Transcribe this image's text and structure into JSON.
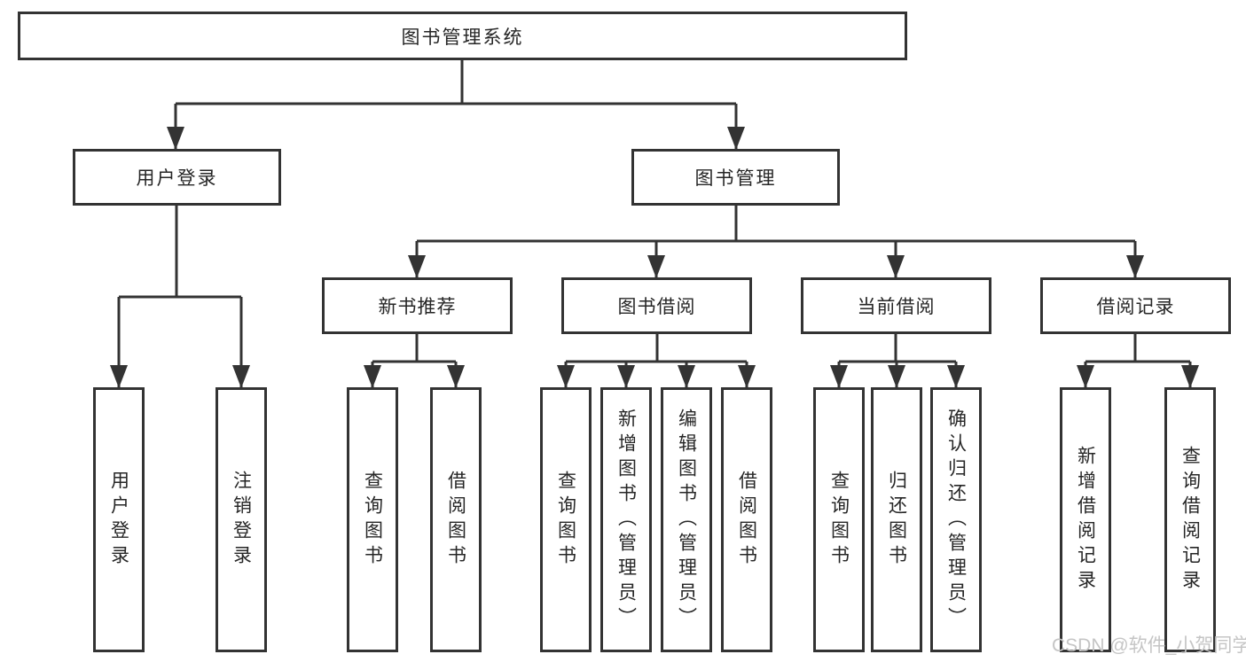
{
  "chart": {
    "type": "org-tree",
    "root": "图书管理系统",
    "branches": [
      {
        "label": "用户登录",
        "children": [
          "用户登录",
          "注销登录"
        ]
      },
      {
        "label": "图书管理",
        "children": [
          {
            "label": "新书推荐",
            "children": [
              "查询图书",
              "借阅图书"
            ]
          },
          {
            "label": "图书借阅",
            "children": [
              "查询图书",
              "新增图书（管理员）",
              "编辑图书（管理员）",
              "借阅图书"
            ]
          },
          {
            "label": "当前借阅",
            "children": [
              "查询图书",
              "归还图书",
              "确认归还（管理员）"
            ]
          },
          {
            "label": "借阅记录",
            "children": [
              "新增借阅记录",
              "查询借阅记录"
            ]
          }
        ]
      }
    ]
  },
  "watermark": {
    "text": "CSDN @软件_小贺同学"
  },
  "colors": {
    "background": "#ffffff",
    "line": "#333333",
    "box_border": "#333333",
    "box_fill": "#ffffff",
    "text": "#262626",
    "watermark": "#c5c5c5"
  }
}
